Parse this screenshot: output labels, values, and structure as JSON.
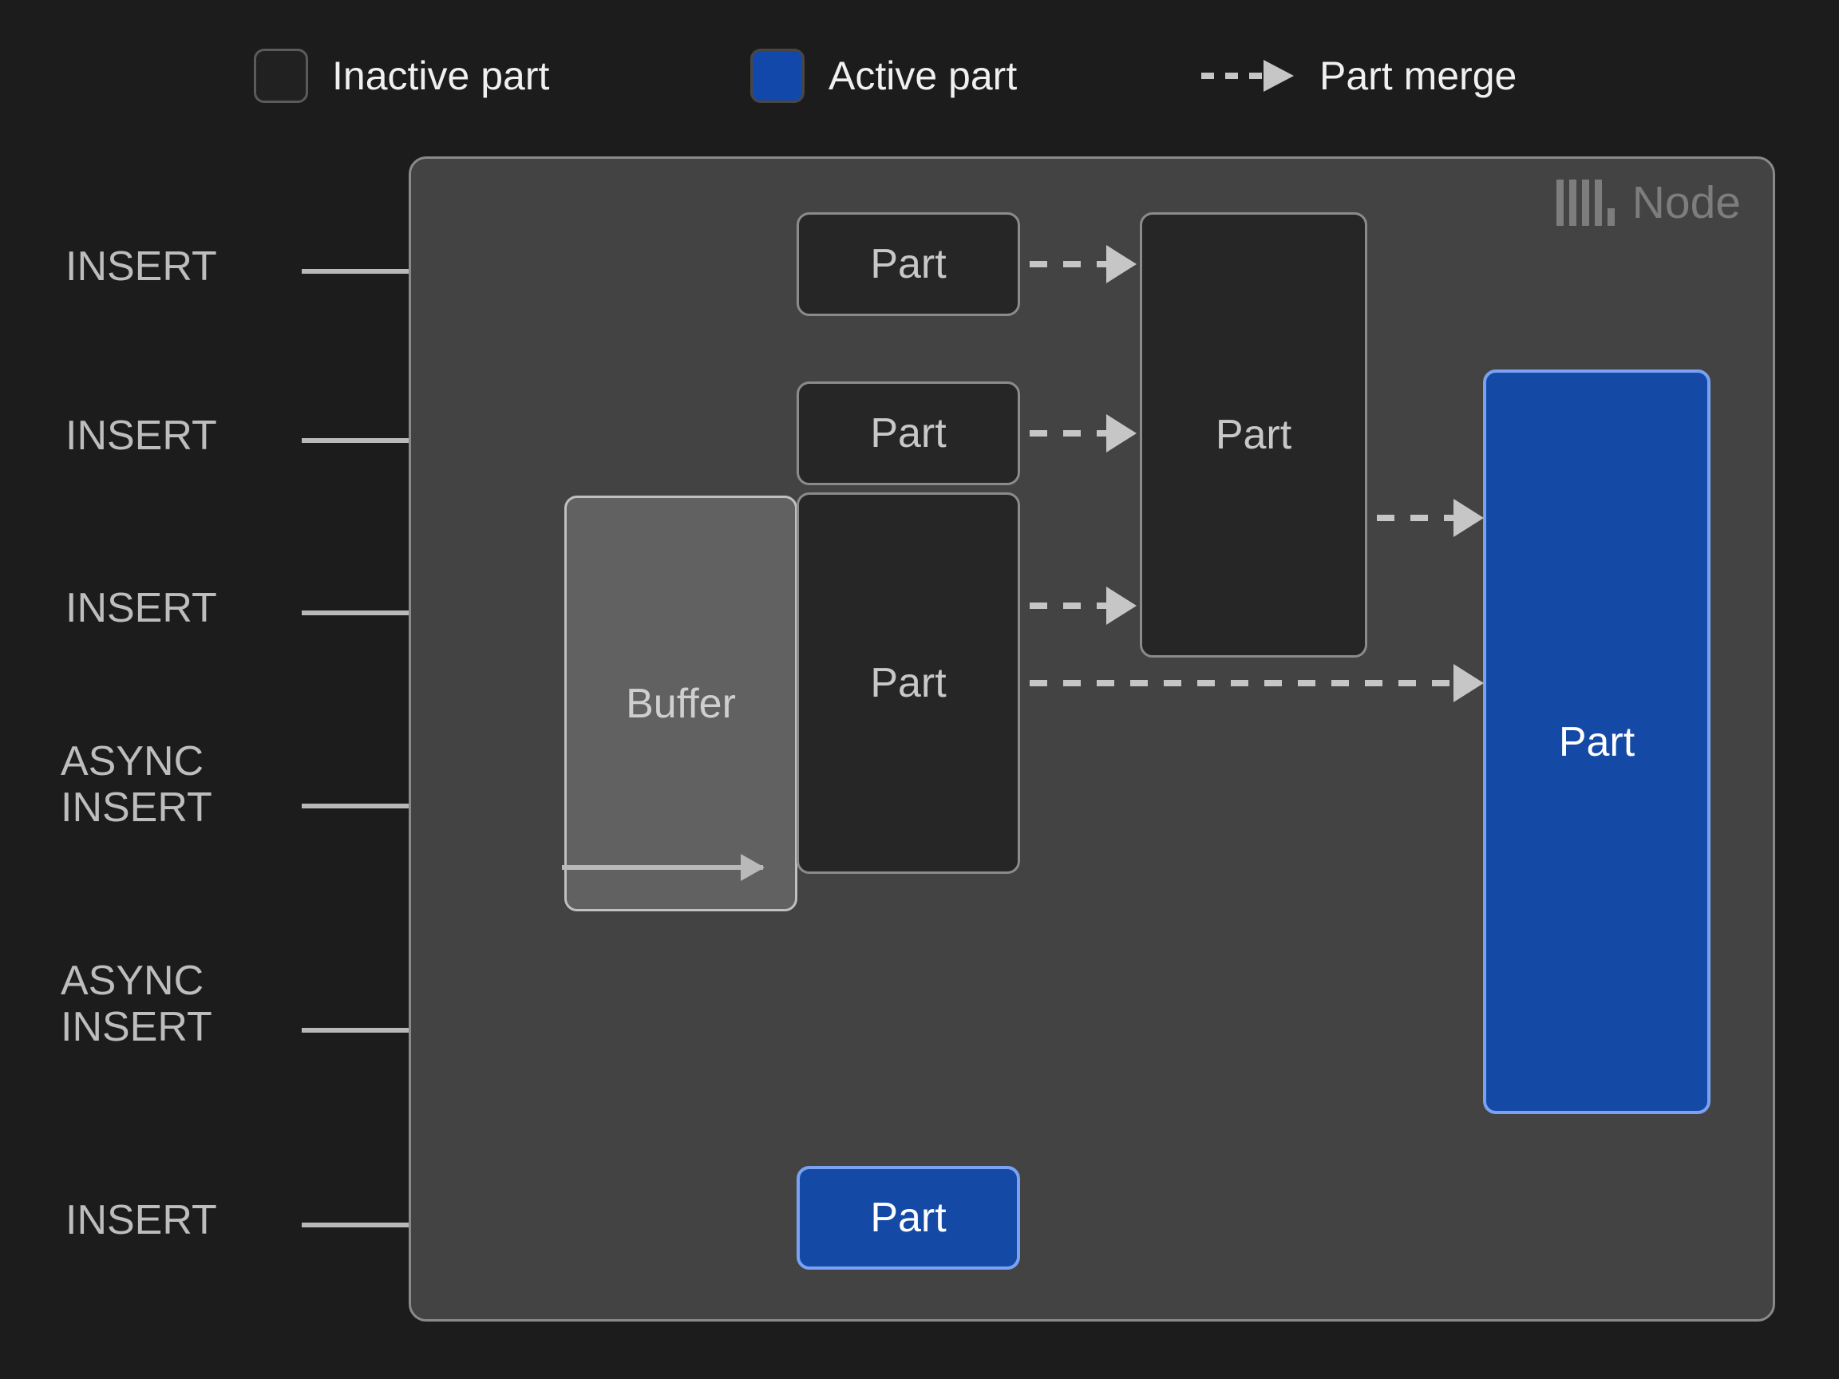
{
  "legend": {
    "items": [
      {
        "label": "Inactive part",
        "swatch": "inactive-part-swatch",
        "type": "swatch",
        "color": "#212121"
      },
      {
        "label": "Active part",
        "swatch": "active-part-swatch",
        "type": "swatch",
        "color": "#1348ab"
      },
      {
        "label": "Part merge",
        "swatch": "dashed-arrow-glyph",
        "type": "arrow",
        "color": "#c6c6c6"
      }
    ]
  },
  "node": {
    "title": "Node",
    "logo": "clickhouse-logo-icon",
    "background": "#434343",
    "border": "#8a8a8a"
  },
  "sources": [
    {
      "label": "INSERT"
    },
    {
      "label": "INSERT"
    },
    {
      "label": "INSERT"
    },
    {
      "label": "ASYNC\nINSERT"
    },
    {
      "label": "ASYNC\nINSERT"
    },
    {
      "label": "INSERT"
    }
  ],
  "boxes": {
    "insert_parts": [
      {
        "label": "Part",
        "state": "inactive"
      },
      {
        "label": "Part",
        "state": "inactive"
      },
      {
        "label": "Part",
        "state": "inactive"
      }
    ],
    "merged_part": {
      "label": "Part",
      "state": "inactive"
    },
    "buffer": {
      "label": "Buffer",
      "state": "buffer"
    },
    "buffer_part": {
      "label": "Part",
      "state": "inactive"
    },
    "final_part": {
      "label": "Part",
      "state": "active"
    },
    "direct_insert_part": {
      "label": "Part",
      "state": "active"
    }
  },
  "colors": {
    "page_background": "#1c1c1c",
    "node_background": "#434343",
    "inactive_fill": "#262626",
    "inactive_border": "#8b8b8b",
    "active_fill": "#1449a6",
    "active_border": "#7ba2f2",
    "buffer_fill": "#616161",
    "arrow_solid": "#b9b9b9",
    "arrow_dashed": "#c6c6c6",
    "text_primary": "#c8c8c8",
    "text_legend": "#f0f0f0",
    "node_label": "#7d7d7d"
  }
}
